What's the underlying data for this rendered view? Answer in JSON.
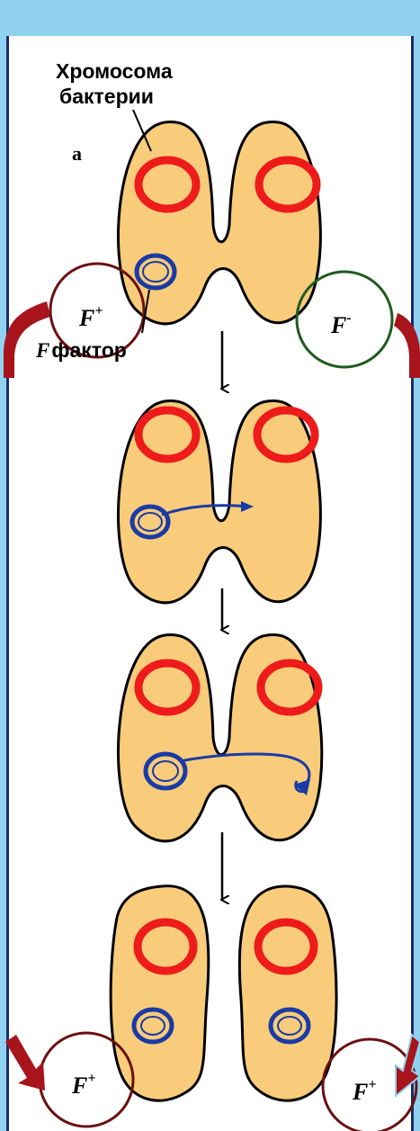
{
  "labels": {
    "chromosome_line1": "Хромосома",
    "chromosome_line2": "бактерии",
    "panel_letter": "а",
    "f_factor_letter": "F",
    "f_factor_word": "фактор",
    "f_plus": "F",
    "f_plus_sup": "+",
    "f_minus": "F",
    "f_minus_sup": "-",
    "f_plus_bottom_left": "F",
    "f_plus_bottom_left_sup": "+",
    "f_plus_bottom_right": "F",
    "f_plus_bottom_right_sup": "+"
  },
  "colors": {
    "background": "#8fd1ef",
    "panel": "#ffffff",
    "frame": "#1b2a6b",
    "cell_fill": "#f8cc7a",
    "cell_stroke": "#000000",
    "chromosome": "#ee1b1b",
    "plasmid": "#1a3aa6",
    "circle_brown": "#6b1010",
    "circle_green": "#1e5a1e",
    "side_arrow": "#a8141c"
  }
}
